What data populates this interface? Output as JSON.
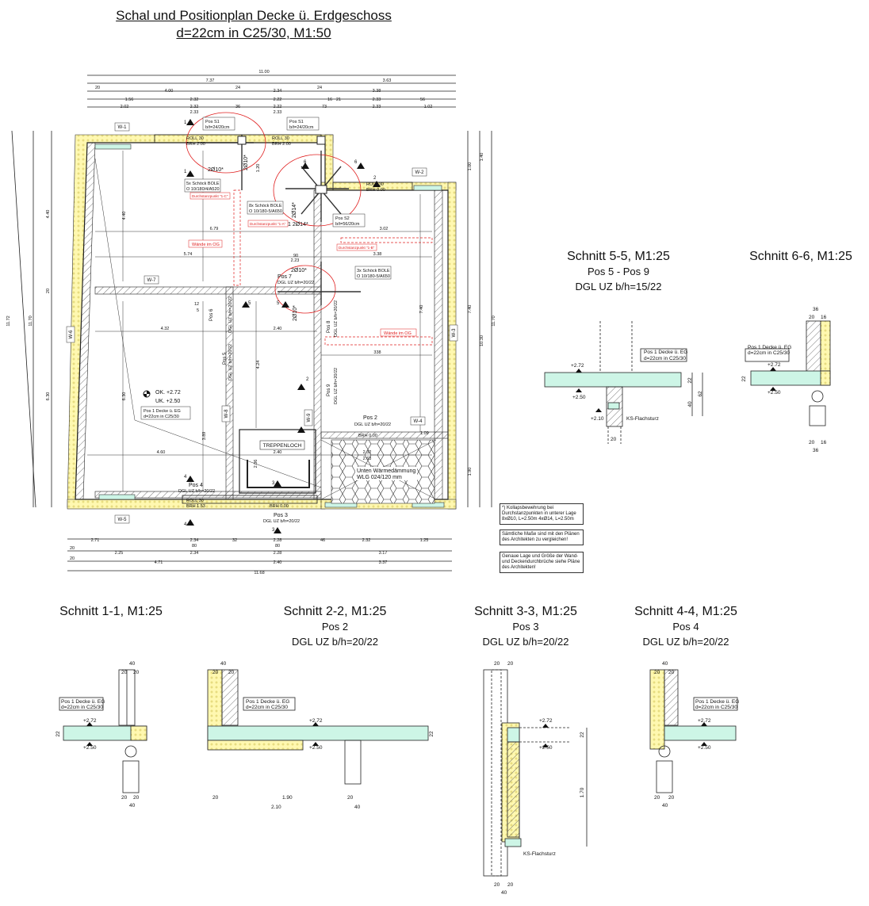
{
  "title": {
    "line1": "Schal und Positionplan Decke ü. Erdgeschoss",
    "line2": "d=22cm in C25/30, M1:50"
  },
  "plan": {
    "walls": [
      "W-1",
      "W-2",
      "W-3",
      "W-4",
      "W-5",
      "W-6",
      "W-7",
      "W-8",
      "W-9"
    ],
    "top_dims": {
      "overall": "11.00",
      "row1": [
        "7.37",
        "3.63"
      ],
      "row2": [
        "4.00",
        "2.34",
        "3.38"
      ],
      "row3": [
        "1.56",
        "2.32",
        "2.22",
        "2.33"
      ],
      "row4": [
        "2.02",
        "2.32",
        "2.22",
        "2.33",
        "1.02"
      ],
      "row5": [
        "2.33",
        "2.33"
      ],
      "small": [
        "20",
        "24",
        "36",
        "56",
        "73",
        "24",
        "16",
        "21"
      ]
    },
    "bottom_dims": {
      "row1": [
        "2.71",
        "2.34",
        "2.28",
        "2.32",
        "1.25"
      ],
      "row1b": [
        "80",
        "80"
      ],
      "row2": [
        "2.25",
        "2.34",
        "2.28",
        "3.17"
      ],
      "row3": [
        "4.71",
        "2.40",
        "3.37"
      ],
      "overall": "11.68",
      "small": [
        "20",
        "20",
        "32",
        "46"
      ]
    },
    "left_dims": [
      "11.72",
      "11.70",
      "4.40",
      "6.30",
      "20"
    ],
    "right_dims": [
      "11.70",
      "10.30",
      "7.40",
      "1.90",
      "1.40",
      "1.00"
    ],
    "inner_dims": [
      "6.79",
      "3.02",
      "5.74",
      "3.38",
      "4.32",
      "2.40",
      "338",
      "4.60",
      "2.40",
      "2.32",
      "2.63",
      "2.23",
      "4.40",
      "4.24",
      "6.30",
      "3.89",
      "2.06",
      "1.20",
      "90",
      "12",
      "5",
      "7.40",
      "1.09"
    ],
    "labels": {
      "pos_s1_a": "Pos S1",
      "pos_s1_a_sub": "b/t=24/20cm",
      "pos_s1_b": "Pos S1",
      "pos_s1_b_sub": "b/t=24/20cm",
      "pos_s2": "Pos S2",
      "pos_s2_sub": "b/t=56/20cm",
      "roll1": "ROLL 30",
      "brh1": "BRH 2.00",
      "roll2": "ROLL 30",
      "brh2": "BRH 0.00",
      "roll3": "ROLL 30",
      "brh3": "BRH 1.53",
      "brh4": "BRH 0.00",
      "brh5": "BRH 0.00",
      "schoeck1": "5x Schöck BOLE",
      "schoeck1_sub": "O 10/180/4/A520",
      "schoeck2": "8x Schöck BOLE",
      "schoeck2_sub": "O 10/180-5/A650",
      "schoeck3": "3x Schöck BOLE",
      "schoeck3_sub": "O 10/180-5/A650",
      "durch_c": "Durchstanzpunkt \"1-C\"",
      "durch_a": "Durchstanzpunkt \"1-A\"",
      "durch_b": "Durchstanzpunkt \"1-B\"",
      "waende1": "Wände im OG",
      "waende2": "Wände im OG",
      "phi1": "2Ø10*",
      "phi2": "2Ø10*",
      "phi3": "2Ø14*",
      "phi4": "1 2Ø14*",
      "phi5": "2Ø10*",
      "phi6": "2Ø10*",
      "pos7": "Pos 7",
      "pos7_sub": "DGL UZ b/h=20/22",
      "pos6": "Pos 6",
      "pos6_sub": "DGL UZ b/h=20/22",
      "pos8": "Pos 8",
      "pos8_sub": "DGL UZ b/h=20/22",
      "pos9": "Pos 9",
      "pos9_sub": "DGL UZ b/h=20/22",
      "pos5": "Pos 5",
      "pos5_sub": "DGL UZ b/h=20/22",
      "pos2": "Pos 2",
      "pos2_sub": "DGL UZ b/h=20/22",
      "pos3": "Pos 3",
      "pos3_sub": "DGL UZ b/h=20/22",
      "pos4": "Pos 4",
      "pos4_sub": "DGL UZ b/h=20/22",
      "pos1": "Pos 1 Decke ü. EG",
      "pos1_sub": "d=22cm in C25/30",
      "ok": "OK. +2.72",
      "uk": "UK. +2.50",
      "treppe": "TREPPENLOCH",
      "daemm": "Unten Wärmedämmung",
      "daemm_sub": "WLG 024/120 mm"
    },
    "section_marks": [
      "1",
      "1",
      "2",
      "2",
      "3",
      "3",
      "4",
      "4",
      "5",
      "5",
      "6",
      "6"
    ]
  },
  "notes": [
    "*)  Kollapsbewehrung bei Durchstanzpunkten in unterer Lage 8xØ10, L=2.50m 4xØ14, L=2.50m",
    "Sämtliche Maße sind mit den Plänen des Architekten zu vergleichen!",
    "Genaue Lage und Größe der Wand- und Deckendurchbrüche siehe Pläne des Architekten!"
  ],
  "sections": {
    "s55": {
      "title": "Schnitt 5-5, M1:25",
      "sub1": "Pos 5 - Pos 9",
      "sub2": "DGL UZ b/h=15/22",
      "pos": "Pos 1 Decke ü. EG",
      "pos_sub": "d=22cm in C25/30",
      "top": "+2.72",
      "bot": "+2.50",
      "lintel": "+2.10",
      "ks": "KS-Flachsturz",
      "d1": "22",
      "d2": "40",
      "d3": "62",
      "d4": "20"
    },
    "s66": {
      "title": "Schnitt 6-6, M1:25",
      "pos": "Pos 1 Decke ü. EG",
      "pos_sub": "d=22cm in C25/30",
      "top": "+2.72",
      "bot": "+2.50",
      "d1": "36",
      "d2": "20",
      "d3": "16",
      "d4": "22"
    },
    "s11": {
      "title": "Schnitt 1-1, M1:25",
      "pos": "Pos 1 Decke ü. EG",
      "pos_sub": "d=22cm in C25/30",
      "top": "+2.72",
      "bot": "+2.50",
      "d1": "40",
      "d2": "20",
      "d3": "22"
    },
    "s22": {
      "title": "Schnitt 2-2, M1:25",
      "sub1": "Pos 2",
      "sub2": "DGL UZ b/h=20/22",
      "pos": "Pos 1 Decke ü. EG",
      "pos_sub": "d=22cm in C25/30",
      "top": "+2.72",
      "bot": "+2.50",
      "d1": "40",
      "d2": "20",
      "d3": "1.90",
      "d4": "2.10",
      "d5": "22"
    },
    "s33": {
      "title": "Schnitt 3-3, M1:25",
      "sub1": "Pos 3",
      "sub2": "DGL UZ b/h=20/22",
      "top": "+2.72",
      "bot": "+2.50",
      "ks": "KS-Flachsturz",
      "d1": "1.70",
      "d2": "22",
      "d3": "20",
      "d4": "40"
    },
    "s44": {
      "title": "Schnitt 4-4, M1:25",
      "sub1": "Pos 4",
      "sub2": "DGL UZ b/h=20/22",
      "pos": "Pos 1 Decke ü. EG",
      "pos_sub": "d=22cm in C25/30",
      "top": "+2.72",
      "bot": "+2.50",
      "d1": "40",
      "d2": "20"
    }
  },
  "colors": {
    "slab": "#cdf5e6",
    "insulation": "#fff8b0",
    "line": "#222222",
    "red": "#e02020"
  }
}
